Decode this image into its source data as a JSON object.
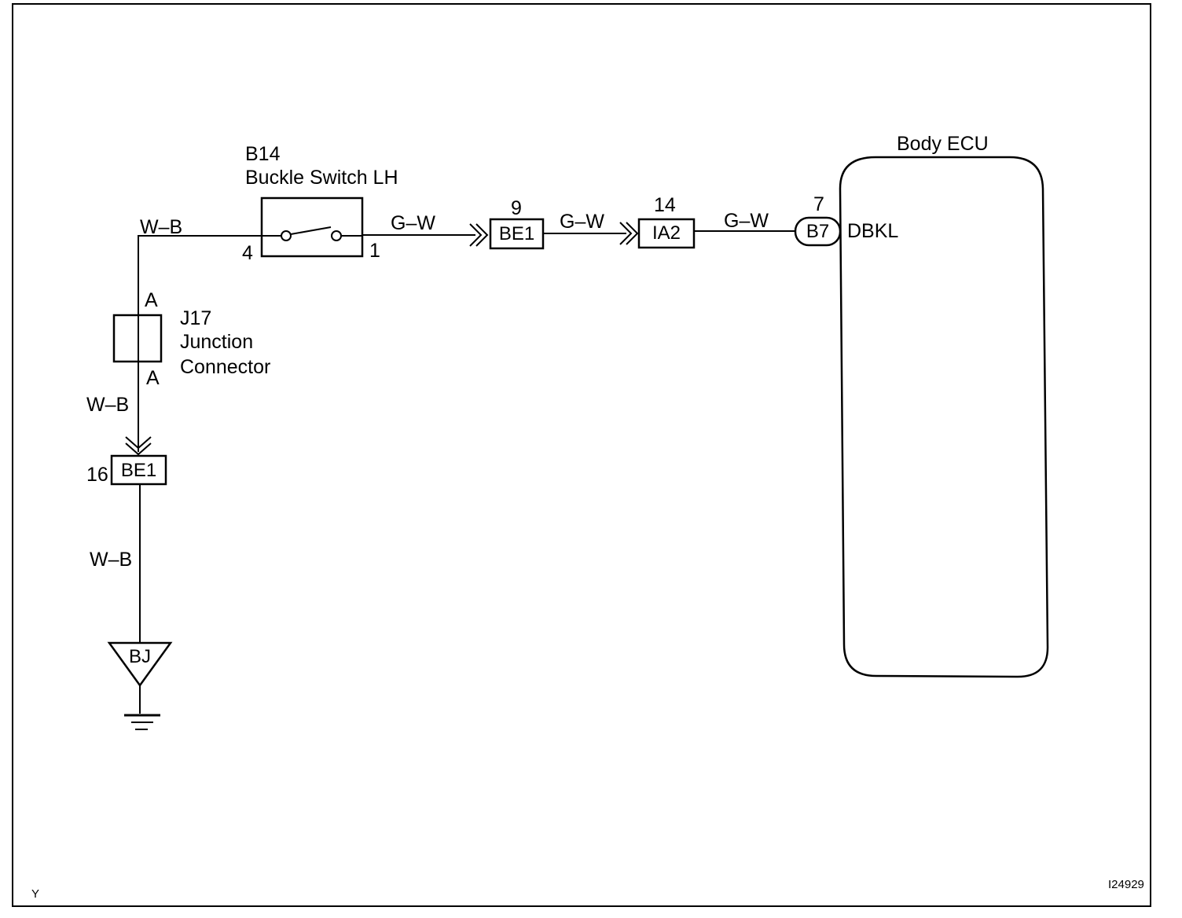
{
  "components": {
    "buckle_switch": {
      "code": "B14",
      "name": "Buckle Switch LH",
      "pin_left": "4",
      "pin_right": "1"
    },
    "junction": {
      "code": "J17",
      "line1": "Junction",
      "line2": "Connector",
      "pin_top": "A",
      "pin_bottom": "A"
    },
    "connector_be1_top": {
      "label": "BE1",
      "pin": "9"
    },
    "connector_ia2": {
      "label": "IA2",
      "pin": "14"
    },
    "connector_b7": {
      "label": "B7",
      "pin": "7"
    },
    "connector_be1_left": {
      "label": "BE1",
      "pin": "16"
    },
    "ground": {
      "label": "BJ"
    },
    "ecu": {
      "title": "Body ECU",
      "terminal": "DBKL"
    }
  },
  "wires": {
    "wb_top": "W–B",
    "gw_1": "G–W",
    "gw_2": "G–W",
    "gw_3": "G–W",
    "wb_mid": "W–B",
    "wb_low": "W–B"
  },
  "footer": {
    "left": "Y",
    "right": "I24929"
  }
}
